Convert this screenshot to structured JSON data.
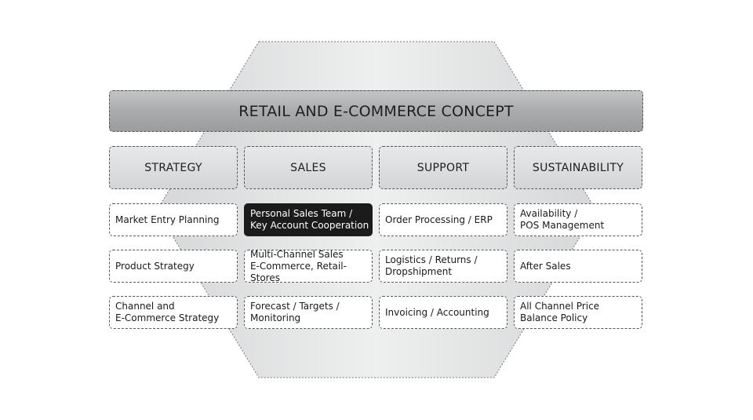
{
  "banner": {
    "title": "RETAIL AND E-COMMERCE CONCEPT"
  },
  "columns": [
    {
      "header": "STRATEGY",
      "items": [
        "Market Entry Planning",
        "Product Strategy",
        "Channel and\nE-Commerce Strategy"
      ]
    },
    {
      "header": "SALES",
      "items": [
        "Personal Sales Team /\nKey Account Cooperation",
        "Multi-Channel Sales\nE-Commerce, Retail-Stores",
        "Forecast / Targets /\nMonitoring"
      ]
    },
    {
      "header": "SUPPORT",
      "items": [
        "Order Processing / ERP",
        "Logistics / Returns /\nDropshipment",
        "Invoicing / Accounting"
      ]
    },
    {
      "header": "SUSTAINABILITY",
      "items": [
        "Availability /\nPOS Management",
        "After Sales",
        "All Channel Price\nBalance Policy"
      ]
    }
  ],
  "highlighted_item": "Personal Sales Team /\nKey Account Cooperation"
}
